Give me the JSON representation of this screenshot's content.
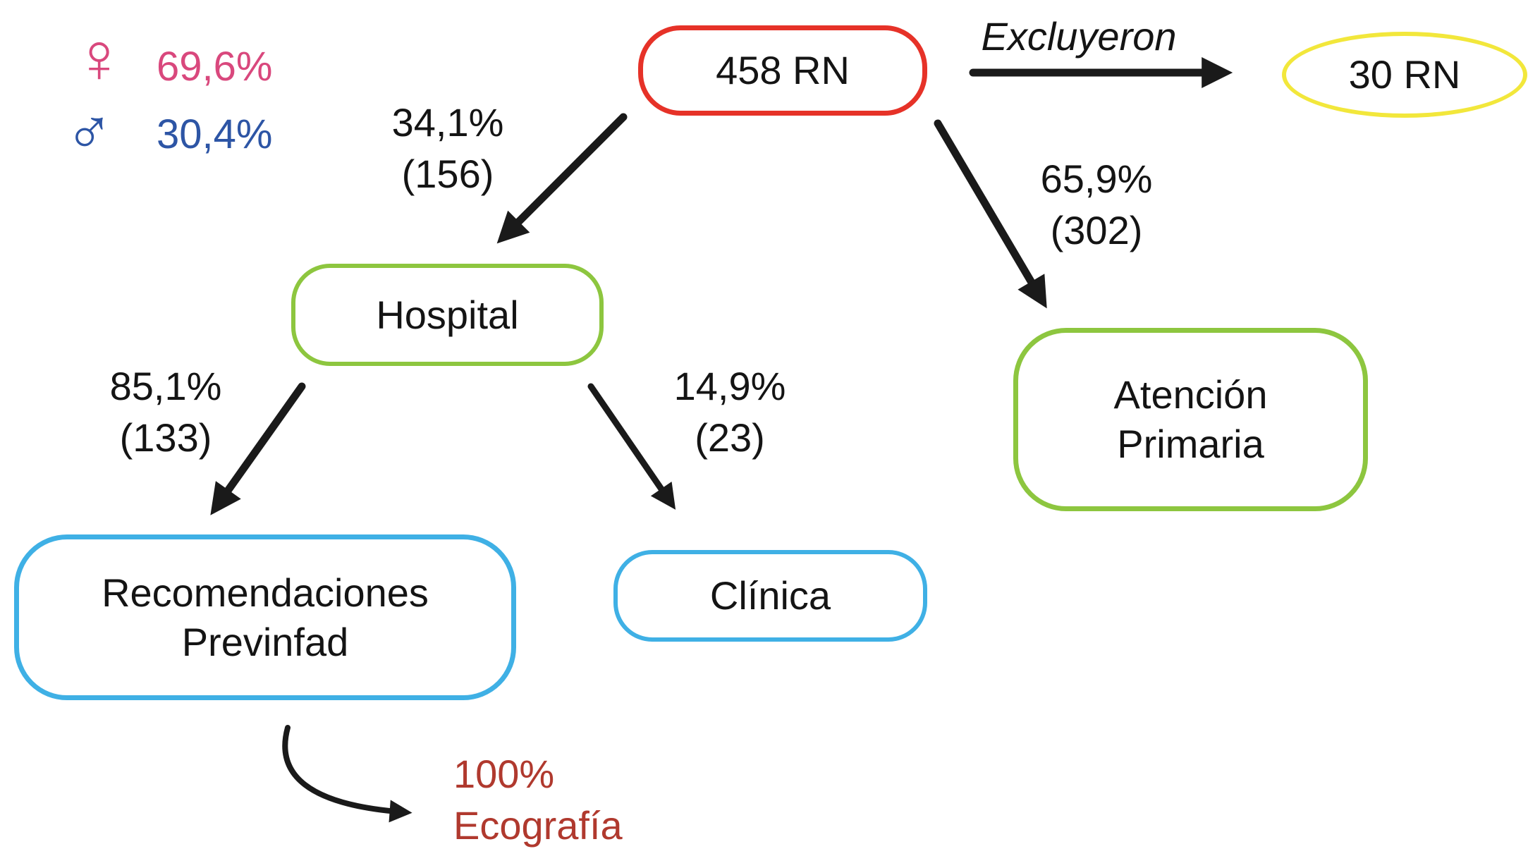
{
  "legend": {
    "female": {
      "symbol": "♀",
      "value": "69,6%"
    },
    "male": {
      "symbol": "♂",
      "value": "30,4%"
    }
  },
  "nodes": {
    "root": {
      "label": "458 RN"
    },
    "excluded": {
      "label": "30 RN"
    },
    "hospital": {
      "label": "Hospital"
    },
    "atencion_primaria": {
      "line1": "Atención",
      "line2": "Primaria"
    },
    "previnfad": {
      "line1": "Recomendaciones",
      "line2": "Previnfad"
    },
    "clinica": {
      "label": "Clínica"
    }
  },
  "edges": {
    "excluyeron": {
      "label": "Excluyeron"
    },
    "to_hospital": {
      "pct": "34,1%",
      "count": "(156)"
    },
    "to_atencion_primaria": {
      "pct": "65,9%",
      "count": "(302)"
    },
    "to_previnfad": {
      "pct": "85,1%",
      "count": "(133)"
    },
    "to_clinica": {
      "pct": "14,9%",
      "count": "(23)"
    },
    "to_ecografia": {
      "pct": "100%",
      "label": "Ecografía"
    }
  },
  "colors": {
    "root_border": "#e63228",
    "excluded_border": "#f2e73b",
    "hospital_border": "#8dc63f",
    "atencion_primaria_border": "#8dc63f",
    "previnfad_border": "#3fb0e5",
    "clinica_border": "#3fb0e5",
    "female": "#d9487d",
    "male": "#2d55a5",
    "ecografia_text": "#b0392e",
    "arrow": "#1a1a1a"
  }
}
